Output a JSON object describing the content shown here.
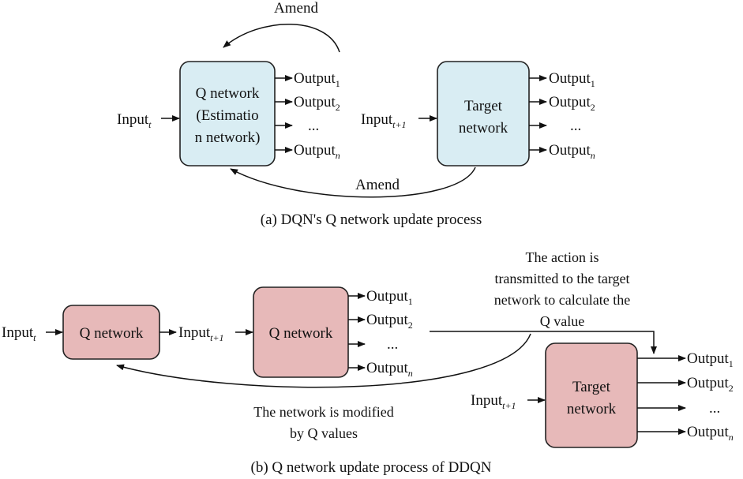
{
  "part_a": {
    "amend_top": "Amend",
    "amend_bottom": "Amend",
    "q_box_lines": [
      "Q network",
      "(Estimatio",
      "n network)"
    ],
    "input_t": {
      "base": "Input",
      "sub": "t"
    },
    "input_t1": {
      "base": "Input",
      "sub": "t+1"
    },
    "target_box_lines": [
      "Target",
      "network"
    ],
    "outputs": [
      {
        "base": "Output",
        "sub": "1"
      },
      {
        "base": "Output",
        "sub": "2"
      },
      {
        "base": "...",
        "sub": ""
      },
      {
        "base": "Output",
        "sub": "n"
      }
    ],
    "caption": "(a) DQN's Q network update process"
  },
  "part_b": {
    "q1_label": "Q network",
    "q2_label": "Q network",
    "input_t": {
      "base": "Input",
      "sub": "t"
    },
    "input_t1_mid": {
      "base": "Input",
      "sub": "t+1"
    },
    "input_t1_target": {
      "base": "Input",
      "sub": "t+1"
    },
    "target_box_lines": [
      "Target",
      "network"
    ],
    "outputs": [
      {
        "base": "Output",
        "sub": "1"
      },
      {
        "base": "Output",
        "sub": "2"
      },
      {
        "base": "...",
        "sub": ""
      },
      {
        "base": "Output",
        "sub": "n"
      }
    ],
    "action_note": [
      "The action is",
      "transmitted to the target",
      "network to calculate the",
      "Q value"
    ],
    "modified_note": [
      "The network is modified",
      "by Q values"
    ],
    "caption": "(b) Q network update process of DDQN"
  }
}
